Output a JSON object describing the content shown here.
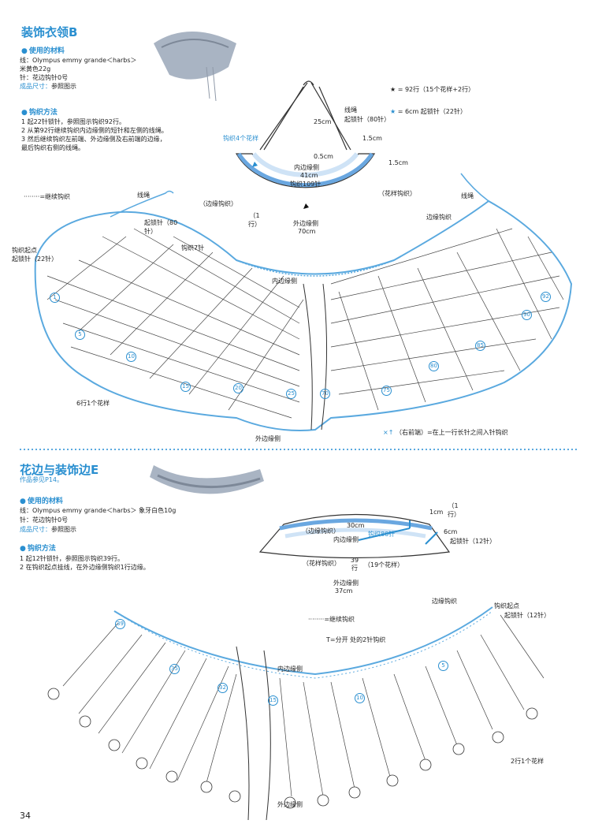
{
  "section_b": {
    "title": "装饰衣领B",
    "materials_head": "使用的材料",
    "yarn_line1": "线：Olympus emmy grande＜harbs＞",
    "yarn_line2": "米黄色22g",
    "hook": "针：花边钩针0号",
    "size_label": "成品尺寸：",
    "size_value": "参照图示",
    "method_head": "钩织方法",
    "steps": [
      "1 起22针锁针，参照图示钩织92行。",
      "2 从第92行继续钩织内边缘侧的短针和左侧的线绳。",
      "3 然后继续钩织左前端、外边缘侧及右前端的边缘，",
      "   最后钩织右侧的线绳。"
    ],
    "legend_star": "= 92行（15个花样+2行）",
    "legend_star_num": "92",
    "legend_star_unit": "行",
    "legend_star_note": "（15个花样+2行）",
    "legend_star2": "= 6cm 起锁针（22针）",
    "legend_cont": "=继续钩织",
    "d_cord": "线绳",
    "d_chain80": "起锁针（80针）",
    "d_25cm": "25cm",
    "d_15a": "1.5cm",
    "d_15b": "1.5cm",
    "d_05": "0.5cm",
    "d_inner": "内边缘侧",
    "d_41": "41cm",
    "d_109": "钩织109针",
    "d_4pat": "钩织4个花样",
    "d_edge1": "（边缘钩织）",
    "d_1row": "（1行）",
    "d_pattern": "（花样钩织）",
    "d_outer": "外边缘侧",
    "d_70": "70cm",
    "c_cord_l": "线绳",
    "c_cord_r": "线绳",
    "c_chain80": "起锁针（80针）",
    "c_start": "钩织起点",
    "c_start22": "起锁针（22针）",
    "c_7st": "钩织7针",
    "c_inner": "内边缘侧",
    "c_edge": "边缘钩织",
    "c_6row": "6行1个花样",
    "c_outer": "外边缘侧",
    "c_note": "（右前端）=在上一行长针之间入针钩织",
    "row_nums": [
      "1",
      "5",
      "10",
      "15",
      "20",
      "25",
      "70",
      "75",
      "80",
      "85",
      "90",
      "92"
    ]
  },
  "section_e": {
    "title": "花边与装饰边E",
    "ref": "作品参见P14。",
    "materials_head": "使用的材料",
    "yarn": "线：Olympus emmy grande＜harbs＞ 象牙白色10g",
    "hook": "针：花边钩针0号",
    "size_label": "成品尺寸：",
    "size_value": "参照图示",
    "method_head": "钩织方法",
    "steps": [
      "1 起12针锁针，参照图示钩织39行。",
      "2 在钩织起点挂线，在外边缘侧钩织1行边缘。"
    ],
    "d_edge": "（边缘钩织）",
    "d_30": "30cm",
    "d_inner": "内边缘侧",
    "d_80": "钩织80针",
    "d_1cm": "1cm",
    "d_1row": "（1行）",
    "d_6cm": "6cm",
    "d_chain12": "起锁针（12针）",
    "d_pattern": "（花样钩织）",
    "d_39": "39行",
    "d_19": "（19个花样）",
    "d_outer": "外边缘侧",
    "d_37": "37cm",
    "legend_cont": "=继续钩织",
    "legend_split": "=分开   处的2针钩织",
    "c_edge": "边缘钩织",
    "c_start": "钩织起点",
    "c_chain12": "起锁针（12针）",
    "c_inner": "内边缘侧",
    "c_outer": "外边缘侧",
    "c_2row": "2行1个花样",
    "row_nums": [
      "39",
      "35",
      "32",
      "15",
      "10",
      "5"
    ]
  },
  "page_number": "34",
  "colors": {
    "accent": "#2a8fd0",
    "light_blue": "#cfe3f6",
    "line": "#333333"
  }
}
